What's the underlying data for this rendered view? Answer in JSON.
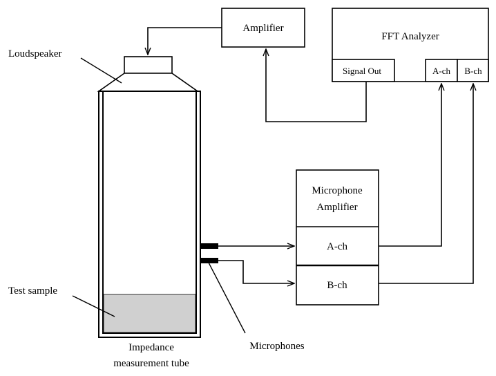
{
  "labels": {
    "amplifier": "Amplifier",
    "fft_analyzer": "FFT Analyzer",
    "signal_out": "Signal Out",
    "fft_a_ch": "A-ch",
    "fft_b_ch": "B-ch",
    "mic_amp_line1": "Microphone",
    "mic_amp_line2": "Amplifier",
    "mic_a_ch": "A-ch",
    "mic_b_ch": "B-ch",
    "loudspeaker": "Loudspeaker",
    "test_sample": "Test sample",
    "tube_line1": "Impedance",
    "tube_line2": "measurement tube",
    "microphones": "Microphones"
  },
  "colors": {
    "line": "#000000",
    "sample_fill": "#d0d0d0",
    "background": "#ffffff"
  }
}
